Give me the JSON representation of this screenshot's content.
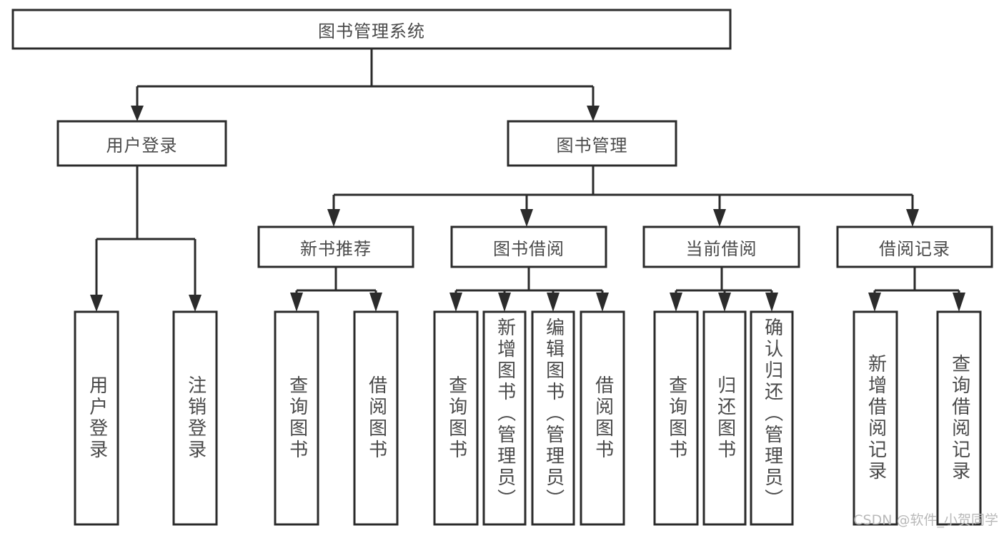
{
  "diagram": {
    "title": "图书管理系统",
    "type": "tree",
    "watermark": "CSDN @软件_小贺同学",
    "colors": {
      "box_stroke": "#2b2b2b",
      "box_fill": "#ffffff",
      "text": "#4a4a4a",
      "watermark": "#b9b9b9",
      "background": "#ffffff"
    },
    "nodes": {
      "root": {
        "label": "图书管理系统"
      },
      "level2": [
        {
          "id": "user-login",
          "label": "用户登录"
        },
        {
          "id": "book-management",
          "label": "图书管理"
        }
      ],
      "level3": [
        {
          "id": "new-book-recommend",
          "label": "新书推荐"
        },
        {
          "id": "book-borrow",
          "label": "图书借阅"
        },
        {
          "id": "current-borrow",
          "label": "当前借阅"
        },
        {
          "id": "borrow-record",
          "label": "借阅记录"
        }
      ],
      "leaves": {
        "user-login": [
          {
            "id": "leaf-user-login",
            "label": "用户登录"
          },
          {
            "id": "leaf-logout-login",
            "label": "注销登录"
          }
        ],
        "new-book-recommend": [
          {
            "id": "leaf-query-book-1",
            "label": "查询图书"
          },
          {
            "id": "leaf-borrow-book-1",
            "label": "借阅图书"
          }
        ],
        "book-borrow": [
          {
            "id": "leaf-query-book-2",
            "label": "查询图书"
          },
          {
            "id": "leaf-add-book",
            "label": "新增图书（管理员）"
          },
          {
            "id": "leaf-edit-book",
            "label": "编辑图书（管理员）"
          },
          {
            "id": "leaf-borrow-book-2",
            "label": "借阅图书"
          }
        ],
        "current-borrow": [
          {
            "id": "leaf-query-book-3",
            "label": "查询图书"
          },
          {
            "id": "leaf-return-book",
            "label": "归还图书"
          },
          {
            "id": "leaf-confirm-return",
            "label": "确认归还（管理员）"
          }
        ],
        "borrow-record": [
          {
            "id": "leaf-add-record",
            "label": "新增借阅记录"
          },
          {
            "id": "leaf-query-record",
            "label": "查询借阅记录"
          }
        ]
      }
    }
  }
}
